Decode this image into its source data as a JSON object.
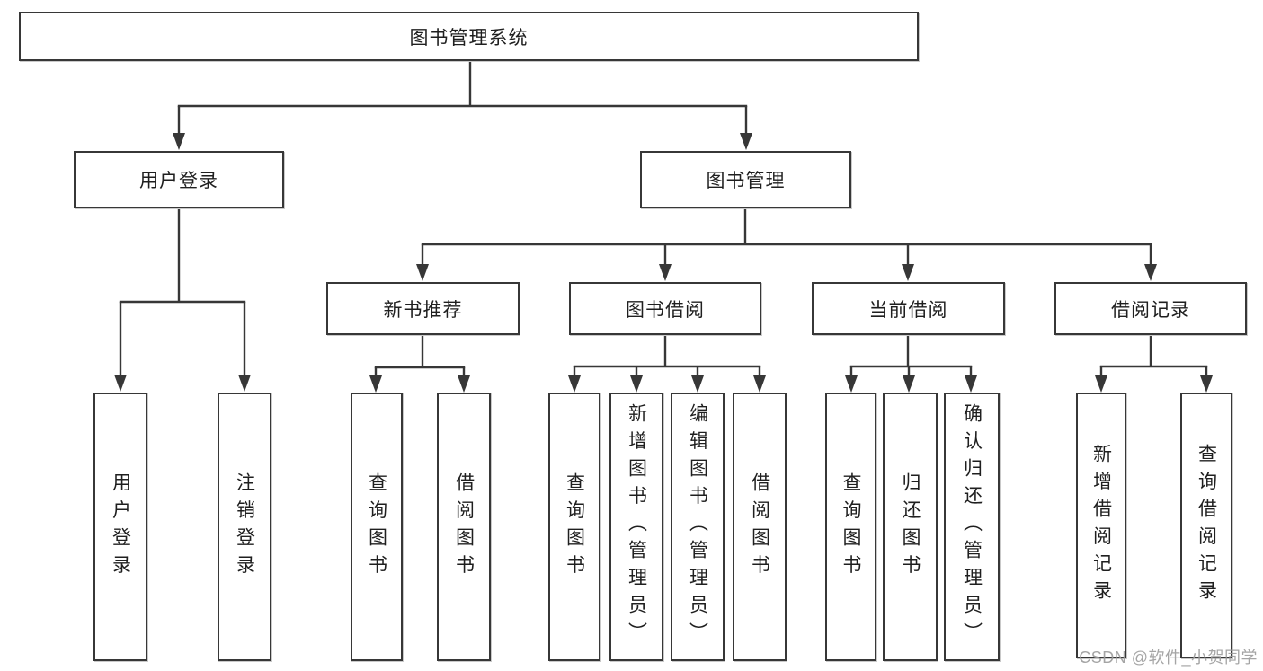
{
  "tree": {
    "label": "图书管理系统",
    "children": [
      {
        "label": "用户登录",
        "children": [
          {
            "label": "用户登录"
          },
          {
            "label": "注销登录"
          }
        ]
      },
      {
        "label": "图书管理",
        "children": [
          {
            "label": "新书推荐",
            "children": [
              {
                "label": "查询图书"
              },
              {
                "label": "借阅图书"
              }
            ]
          },
          {
            "label": "图书借阅",
            "children": [
              {
                "label": "查询图书"
              },
              {
                "label": "新增图书（管理员）"
              },
              {
                "label": "编辑图书（管理员）"
              },
              {
                "label": "借阅图书"
              }
            ]
          },
          {
            "label": "当前借阅",
            "children": [
              {
                "label": "查询图书"
              },
              {
                "label": "归还图书"
              },
              {
                "label": "确认归还（管理员）"
              }
            ]
          },
          {
            "label": "借阅记录",
            "children": [
              {
                "label": "新增借阅记录"
              },
              {
                "label": "查询借阅记录"
              }
            ]
          }
        ]
      }
    ]
  },
  "watermark": {
    "text": "CSDN @软件_小贺同学"
  },
  "icons": {
    "connector_arrow": "down-arrowhead"
  },
  "colors": {
    "line": "#373737",
    "box_fill": "#ffffff",
    "text": "#1f1f1f",
    "watermark": "#9c9c9c",
    "background": "#ffffff"
  }
}
